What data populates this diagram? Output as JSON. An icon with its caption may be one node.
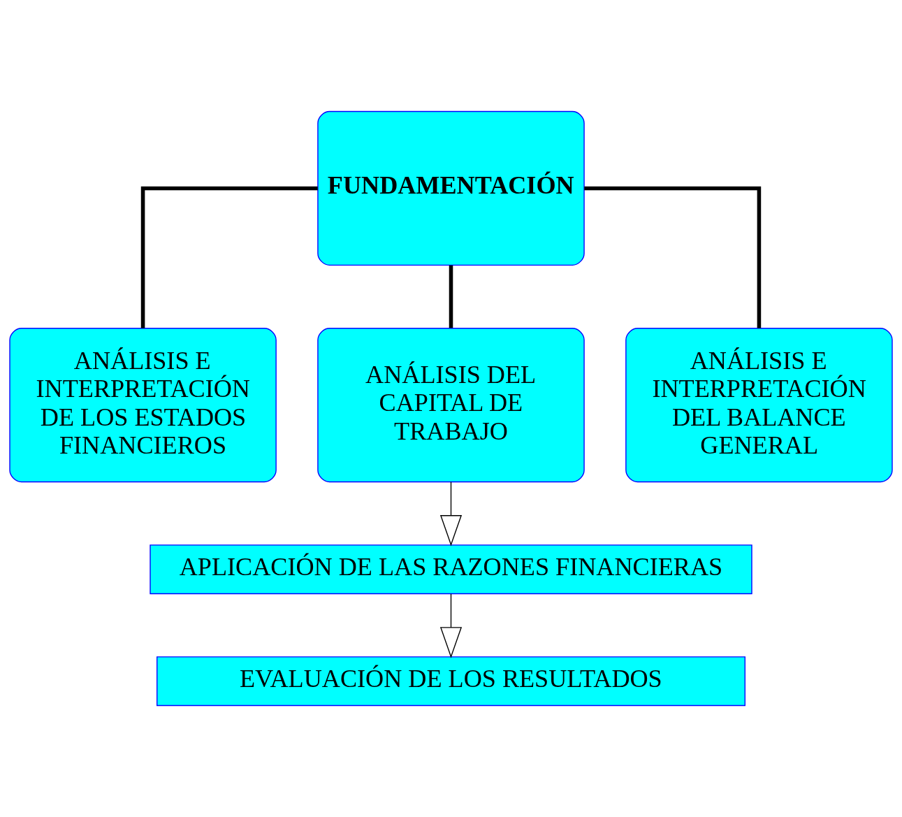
{
  "diagram": {
    "nodes": [
      {
        "text": [
          "FUNDAMENTACIÓN"
        ]
      },
      {
        "text": [
          "ANÁLISIS E INTERPRETACIÓN DE LOS ESTADOS FINANCIEROS"
        ]
      },
      {
        "text": [
          "ANÁLISIS DEL CAPITAL DE TRABAJO"
        ]
      },
      {
        "text": [
          "ANÁLISIS E INTERPRETACIÓN DEL BALANCE GENERAL"
        ]
      },
      {
        "text": [
          "APLICACIÓN DE LAS RAZONES FINANCIERAS"
        ]
      },
      {
        "text": [
          "EVALUACIÓN DE LOS RESULTADOS"
        ]
      }
    ],
    "edges": [
      {
        "from": 0,
        "to": 1,
        "arrow": "none"
      },
      {
        "from": 0,
        "to": 2,
        "arrow": "none"
      },
      {
        "from": 0,
        "to": 3,
        "arrow": "none"
      },
      {
        "from": 2,
        "to": 4,
        "arrow": "to"
      },
      {
        "from": 4,
        "to": 5,
        "arrow": "to"
      }
    ]
  }
}
